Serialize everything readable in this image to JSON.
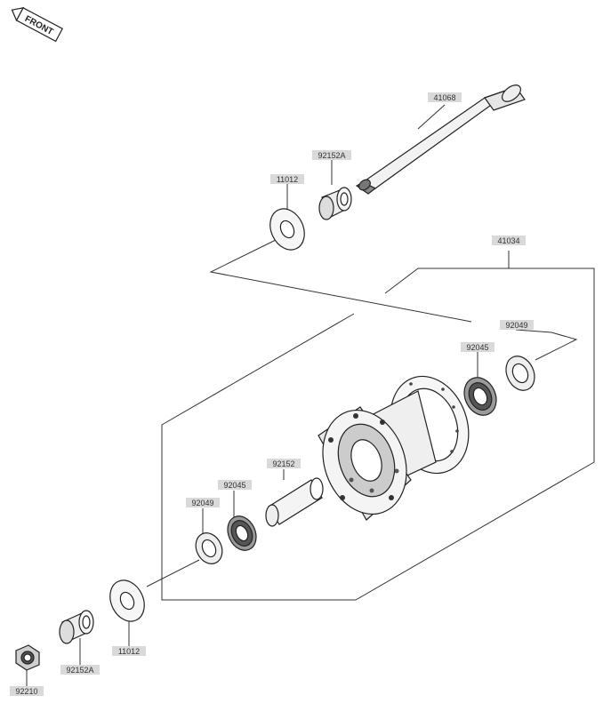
{
  "front_badge": "FRONT",
  "labels": {
    "axle": "41068",
    "collar_top": "92152A",
    "washer_top": "11012",
    "hub_assembly": "41034",
    "seal_right": "92049",
    "bearing_right": "92045",
    "spacer_center": "92152",
    "bearing_left": "92045",
    "seal_left": "92049",
    "washer_bottom": "11012",
    "collar_bottom": "92152A",
    "nut": "92210"
  },
  "colors": {
    "line": "#333333",
    "label_bg": "#d9d9d9",
    "part_fill": "#f4f4f4",
    "part_dark": "#555555"
  }
}
